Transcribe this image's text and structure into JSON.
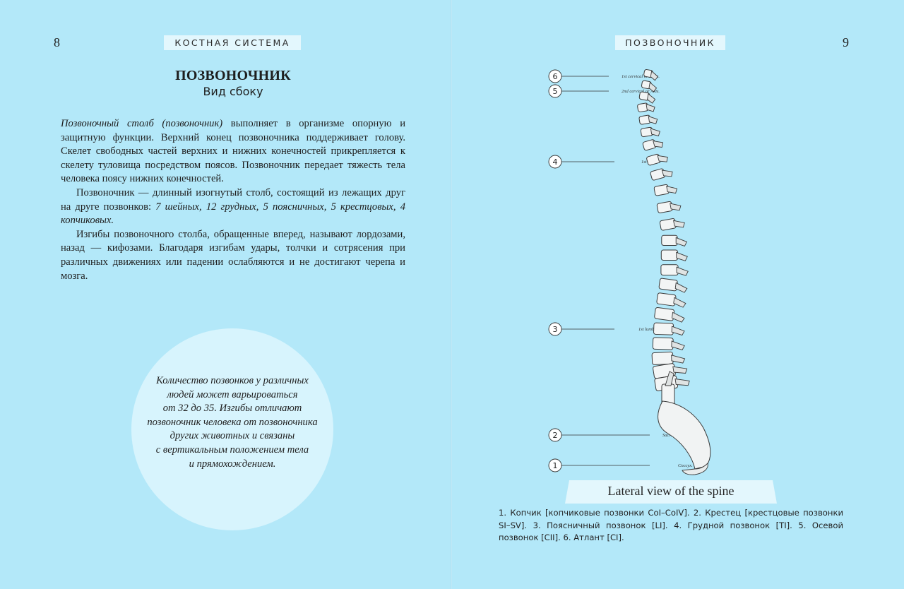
{
  "left_page": {
    "page_number": "8",
    "running_head": "КОСТНАЯ СИСТЕМА",
    "title": "ПОЗВОНОЧНИК",
    "subtitle": "Вид сбоку",
    "p1_term": "Позвоночный столб (позвоночник)",
    "p1_rest": " выполняет в организме опорную и защитную функции. Верхний конец позвоночника поддерживает голову. Скелет свободных частей верхних и нижних конечностей прикрепляется к скелету туловища посредством поясов. Позвоночник передает тяжесть тела человека поясу нижних конечностей.",
    "p2_start": "Позвоночник — длинный изогнутый столб, состоящий из лежащих друг на друге позвонков: ",
    "p2_list": "7 шейных, 12 грудных, 5 поясничных, 5 крестцовых, 4 копчиковых.",
    "p3": "Изгибы позвоночного столба, обращенные вперед, называют лордозами, назад — кифозами. Благодаря изгибам удары, толчки и сотрясения при различных движениях или падении ослабляются и не достигают черепа и мозга.",
    "circle_note": "Количество позвонков у различных\nлюдей может варьироваться\nот 32 до 35. Изгибы отличают\nпозвоночник человека от позвоночника\nдругих животных и связаны\nс вертикальным положением тела\nи прямохождением."
  },
  "right_page": {
    "page_number": "9",
    "running_head": "ПОЗВОНОЧНИК",
    "callouts": [
      "6",
      "5",
      "4",
      "3",
      "2",
      "1"
    ],
    "figure_labels": {
      "atlas": "1st cervical or Atlas.",
      "axis": "2nd cervical or Axis.",
      "dorsal": "1st dorsal.",
      "lumbar": "1st lumbar.",
      "sacrum": "Sacrum.",
      "coccyx": "Coccyx."
    },
    "caption": "Lateral view of the spine",
    "legend": "1. Копчик [копчиковые позвонки CoI–CoIV]. 2. Крестец [крестцовые позвонки SI–SV]. 3. Поясничный позвонок [LI]. 4. Грудной позвонок [TI]. 5. Осевой позвонок [CII]. 6. Атлант [CI]."
  }
}
